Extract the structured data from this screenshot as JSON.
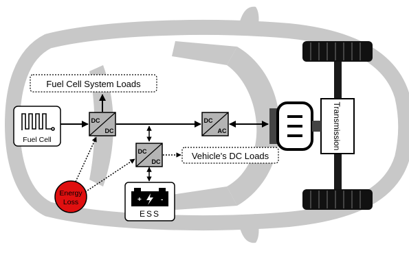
{
  "diagram": {
    "fuel_cell_system_loads": "Fuel Cell System Loads",
    "fuel_cell": "Fuel Cell",
    "dc_top": "DC",
    "dc_bottom": "DC",
    "dc2_top": "DC",
    "dc2_bottom": "DC",
    "dcac_top": "DC",
    "dcac_bottom": "AC",
    "vehicle_dc_loads": "Vehicle's DC Loads",
    "energy_loss_line1": "Energy",
    "energy_loss_line2": "Loss",
    "ess": "ESS",
    "transmission": "Transmission"
  },
  "colors": {
    "car_body": "#c8c8c8",
    "converter_fill": "#b4b4b4",
    "energy_loss": "#e01010",
    "line": "#000000"
  },
  "icons": [
    "fuel-cell-icon",
    "battery-icon",
    "electric-motor-icon",
    "wheel-icon"
  ]
}
